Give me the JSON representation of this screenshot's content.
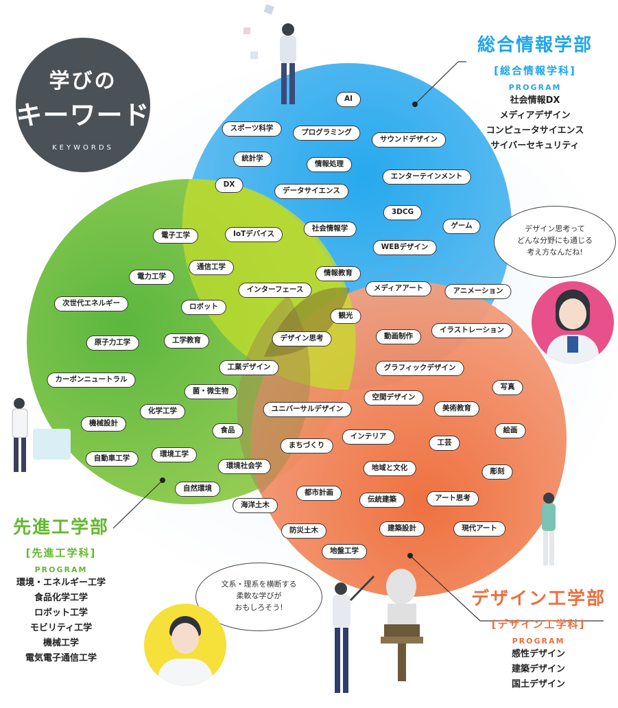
{
  "title": {
    "line1": "学びの",
    "line2": "キーワード",
    "line3": "KEYWORDS"
  },
  "colors": {
    "info": "#1ea6ec",
    "eng": "#63b82e",
    "design": "#ee6d3b",
    "dark": "#4b5257"
  },
  "departments": {
    "info": {
      "name": "総合情報学部",
      "sub": "[総合情報学科]",
      "program_label": "PROGRAM",
      "programs": [
        "社会情報DX",
        "メディアデザイン",
        "コンピュータサイエンス",
        "サイバーセキュリティ"
      ]
    },
    "eng": {
      "name": "先進工学部",
      "sub": "[先進工学科]",
      "program_label": "PROGRAM",
      "programs": [
        "環境・エネルギー工学",
        "食品化学工学",
        "ロボット工学",
        "モビリティ工学",
        "機械工学",
        "電気電子通信工学"
      ]
    },
    "design": {
      "name": "デザイン工学部",
      "sub": "[デザイン工学科]",
      "program_label": "PROGRAM",
      "programs": [
        "感性デザイン",
        "建築デザイン",
        "国土デザイン"
      ]
    }
  },
  "bubbles": {
    "top_right": "デザイン思考って\nどんな分野にも通じる\n考え方なんだね!",
    "bottom": "文系・理系を横断する\n柔軟な学びが\nおもしろそう!"
  },
  "keywords": [
    "AI",
    "スポーツ科学",
    "プログラミング",
    "サウンドデザイン",
    "統計学",
    "情報処理",
    "エンターテインメント",
    "DX",
    "データサイエンス",
    "3DCG",
    "ゲーム",
    "電子工学",
    "IoTデバイス",
    "社会情報学",
    "WEBデザイン",
    "通信工学",
    "電力工学",
    "情報教育",
    "インターフェース",
    "メディアアート",
    "アニメーション",
    "次世代エネルギー",
    "ロボット",
    "観光",
    "イラストレーション",
    "デザイン思考",
    "動画制作",
    "原子力工学",
    "工学教育",
    "工業デザイン",
    "グラフィックデザイン",
    "カーボンニュートラル",
    "写真",
    "菌・微生物",
    "空間デザイン",
    "ユニバーサルデザイン",
    "化学工学",
    "美術教育",
    "機械設計",
    "食品",
    "絵画",
    "インテリア",
    "工芸",
    "まちづくり",
    "自動車工学",
    "環境工学",
    "環境社会学",
    "地域と文化",
    "彫刻",
    "自然環境",
    "都市計画",
    "アート思考",
    "伝統建築",
    "海洋土木",
    "建築設計",
    "防災土木",
    "現代アート",
    "地盤工学"
  ]
}
